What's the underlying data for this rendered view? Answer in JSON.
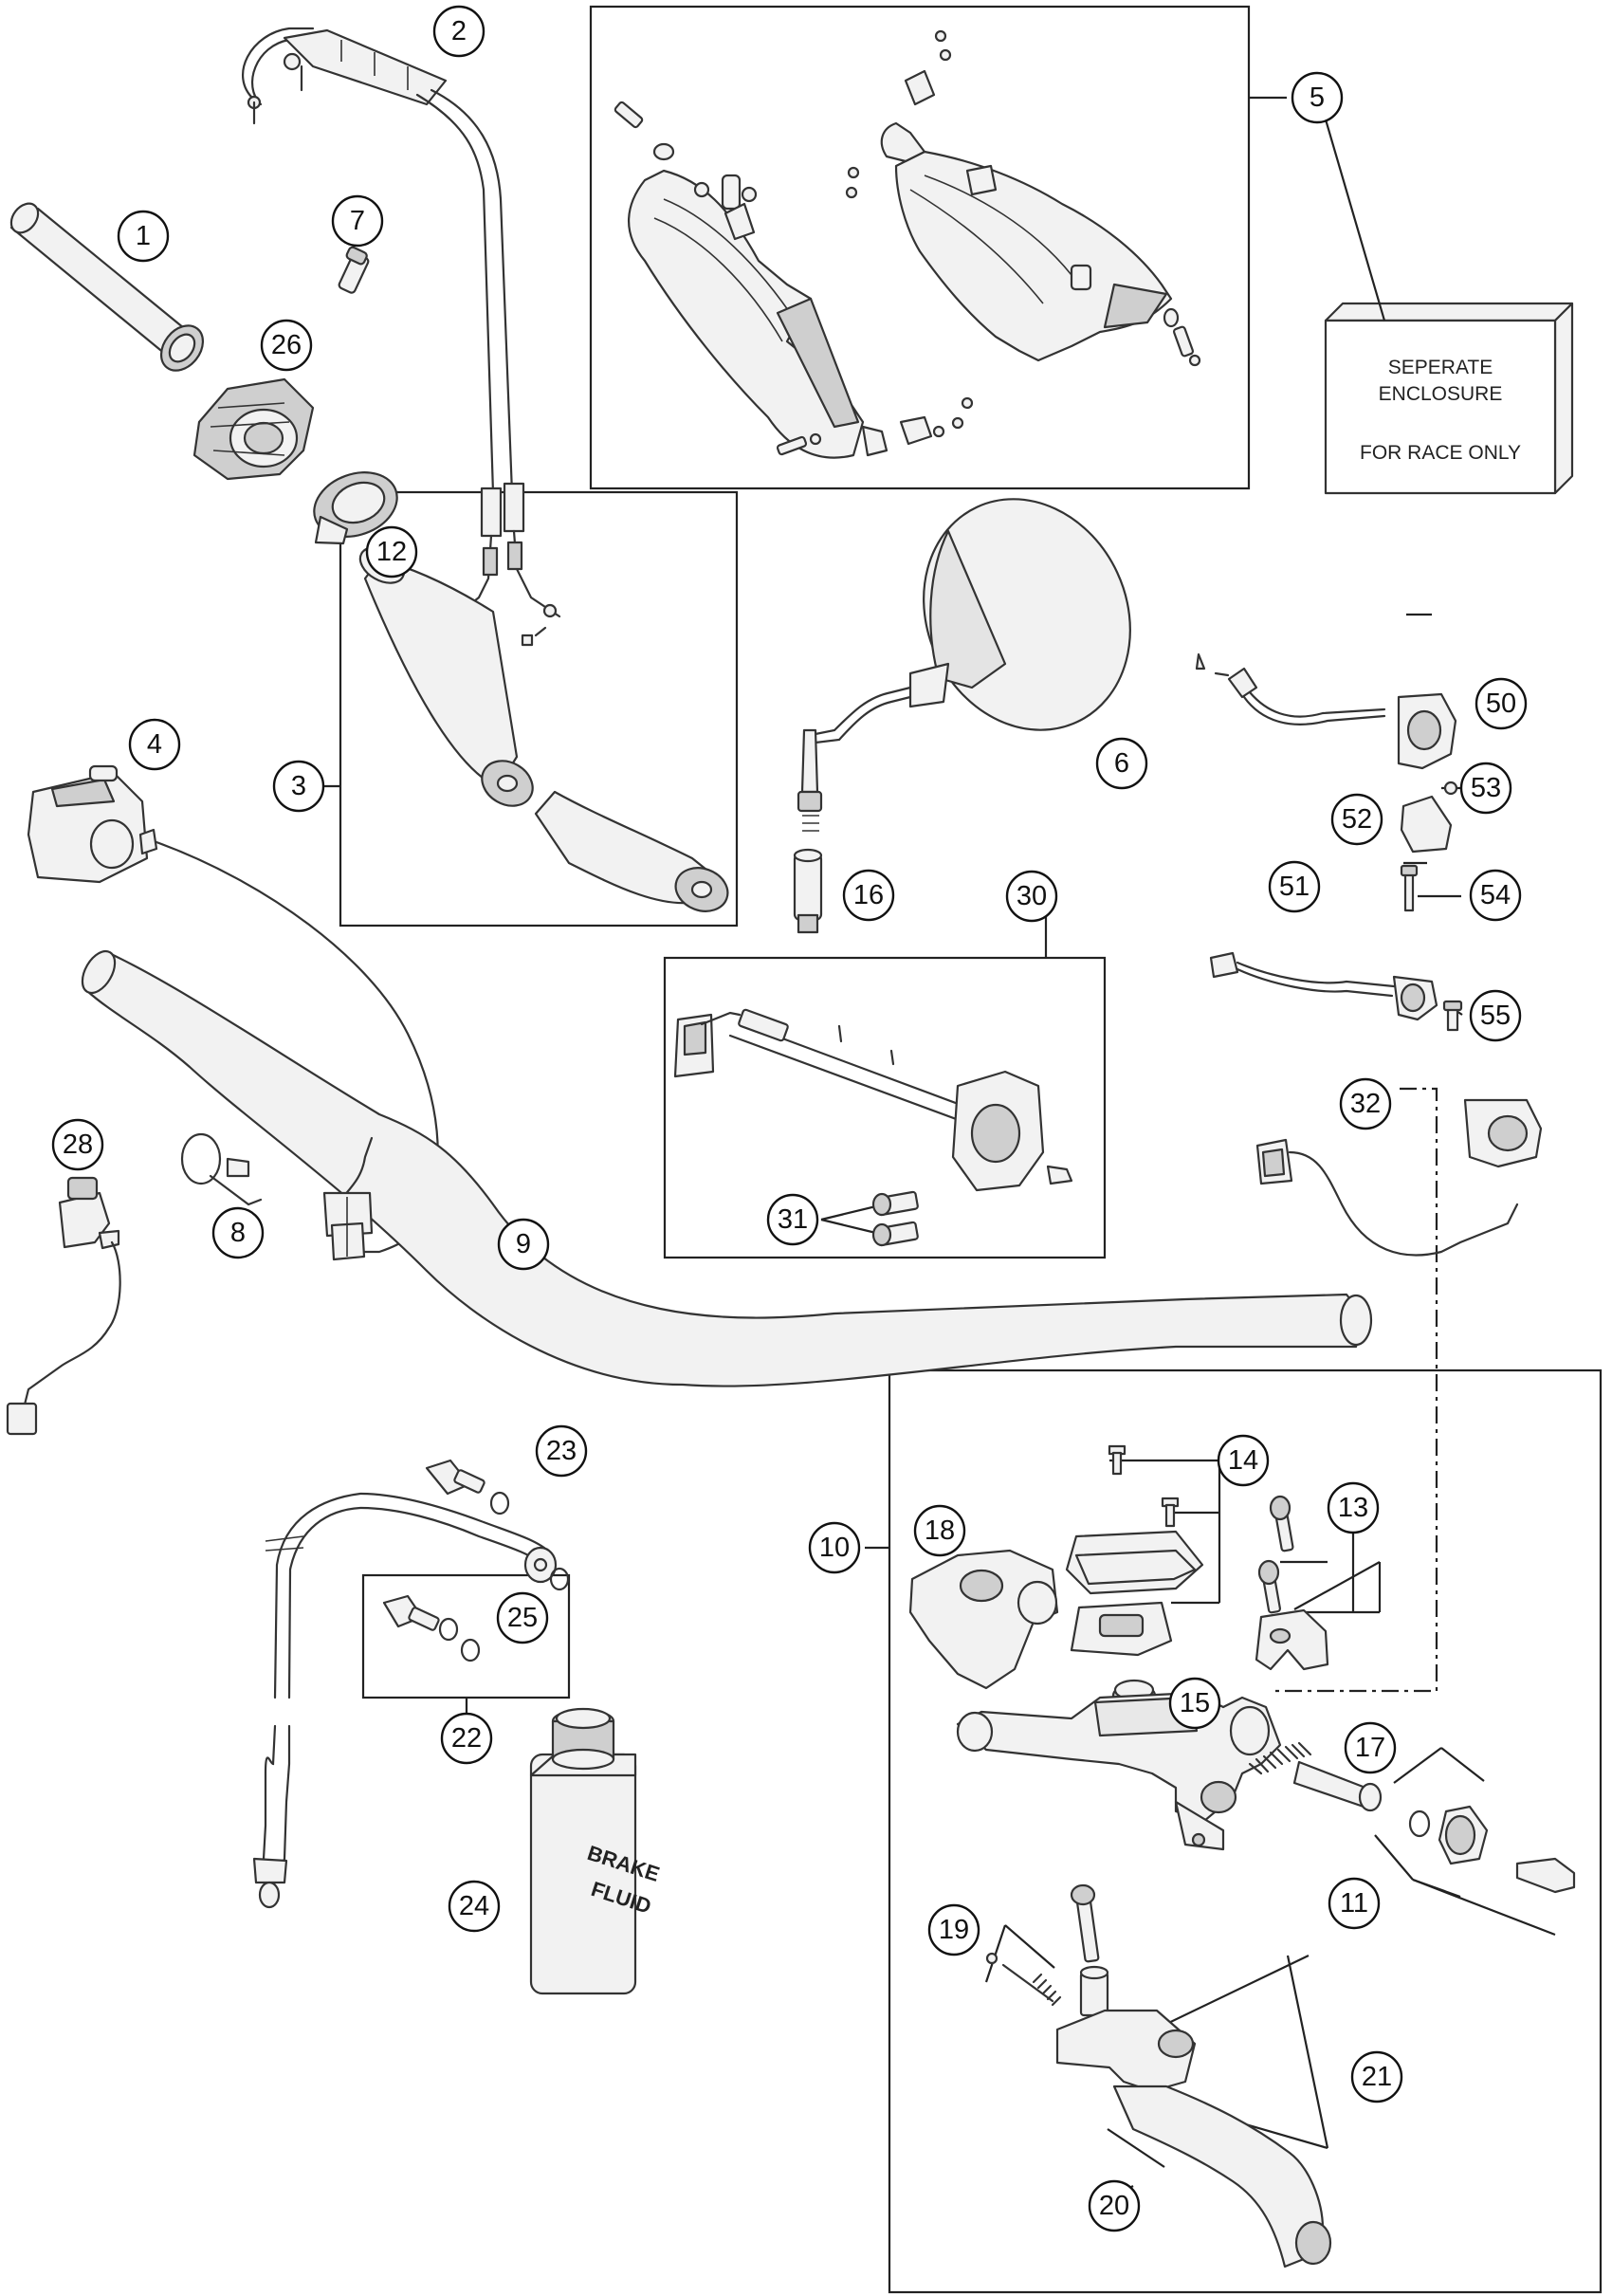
{
  "callouts": [
    "1",
    "2",
    "3",
    "4",
    "5",
    "6",
    "7",
    "8",
    "9",
    "10",
    "11",
    "12",
    "13",
    "14",
    "15",
    "16",
    "17",
    "18",
    "19",
    "20",
    "21",
    "22",
    "23",
    "24",
    "25",
    "26",
    "28",
    "30",
    "31",
    "32",
    "50",
    "51",
    "52",
    "53",
    "54",
    "55"
  ],
  "enclosure_box": {
    "line1": "SEPERATE",
    "line2": "ENCLOSURE",
    "line3": "FOR RACE ONLY"
  },
  "brake_fluid_label": {
    "line1": "BRAKE",
    "line2": "FLUID"
  }
}
